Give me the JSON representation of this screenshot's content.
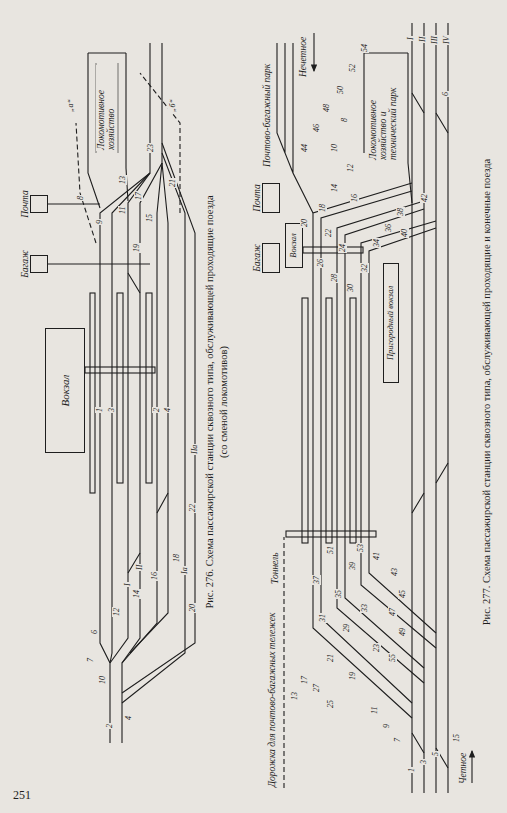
{
  "diagram": {
    "caption": "Рис. 277. Схема пассажирской станции сквозного типа, обслуживающей проходящие и конечные поезда",
    "nodes": [
      {
        "text": [
          "Вокзал"
        ]
      },
      {
        "text": [
          "Багаж"
        ]
      },
      {
        "text": [
          "Почта"
        ]
      },
      {
        "text": [
          "Вокзал"
        ]
      },
      {
        "text": [
          "Багаж"
        ]
      },
      {
        "text": [
          "Почта"
        ]
      },
      {
        "text": [
          "Пригородный вокзал"
        ]
      }
    ],
    "labels": [
      "2",
      "4",
      "10",
      "6",
      "12",
      "14",
      "16",
      "18",
      "20",
      "22",
      "7",
      "1",
      "3",
      "2",
      "4",
      "I",
      "II",
      "Ia",
      "IIa",
      "8",
      "9",
      "11",
      "13",
      "15",
      "17",
      "19",
      "21",
      "23",
      "„а“",
      "„б“",
      "Локомотивное хозяйство",
      "Рис. 276. Схема пассажирской станции сквозного типа, обслуживающей проходящие поезда",
      "(со сменой локомотивов)",
      "Дорожка для почтово-багажных тележек",
      "Тоннель",
      "Почтово-багажный парк",
      "Локомотивное хозяйство и технический парк",
      "Четное",
      "Нечетное",
      "I",
      "II",
      "III",
      "IV",
      "1",
      "3",
      "5",
      "7",
      "9",
      "11",
      "13",
      "15",
      "17",
      "19",
      "21",
      "23",
      "25",
      "27",
      "29",
      "31",
      "33",
      "35",
      "37",
      "39",
      "41",
      "43",
      "45",
      "47",
      "49",
      "51",
      "53",
      "55",
      "6",
      "8",
      "10",
      "12",
      "14",
      "16",
      "18",
      "20",
      "22",
      "24",
      "26",
      "28",
      "30",
      "32",
      "34",
      "36",
      "38",
      "40",
      "42",
      "44",
      "46",
      "48",
      "50",
      "52",
      "54",
      "251"
    ]
  }
}
